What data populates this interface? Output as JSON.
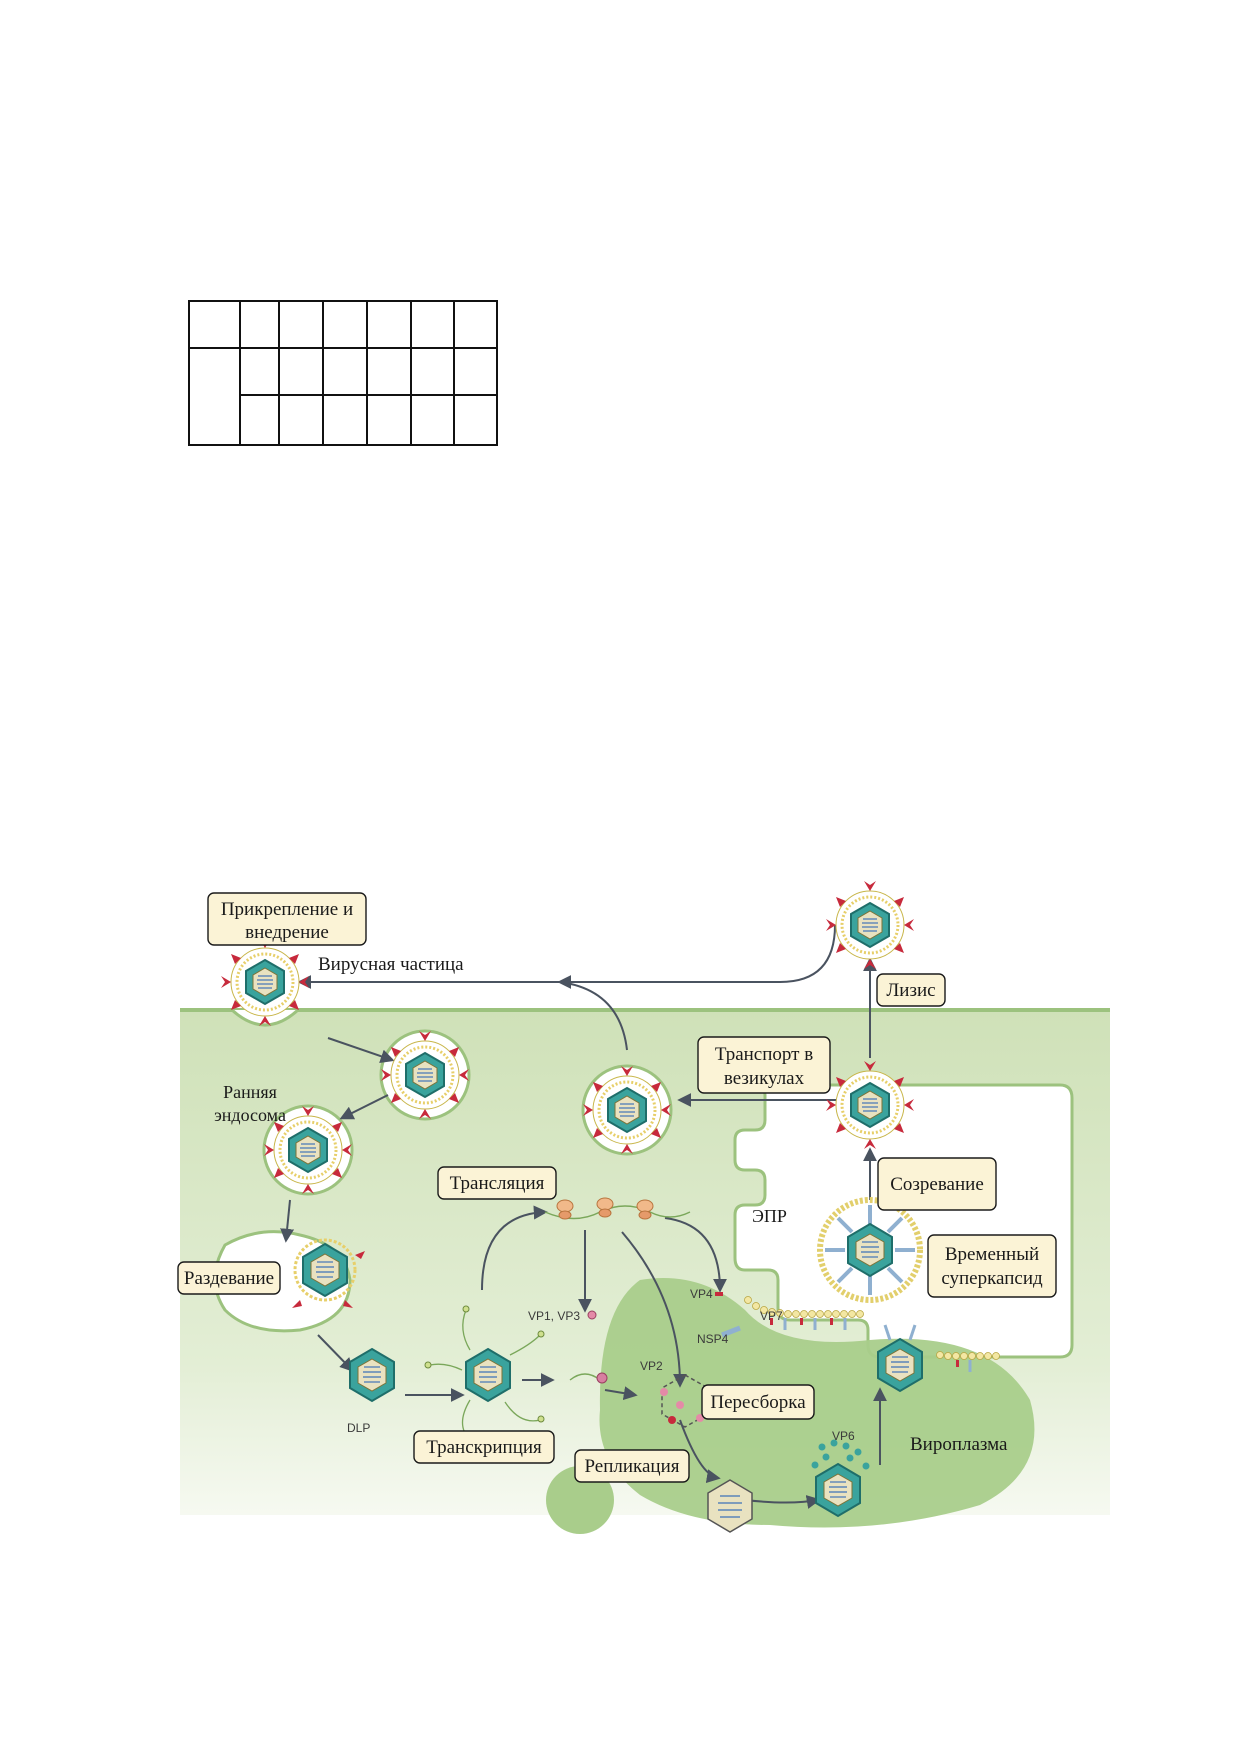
{
  "colors": {
    "cytoplasm": "#dbe8c9",
    "cell_edge": "#9cc27e",
    "viroplasm": "#a9cd8b",
    "label_box": "#fbf3d6",
    "spike": "#c72a3c",
    "capsid": "#3aa39d",
    "arrow": "#4a5360"
  },
  "labels": {
    "attach": [
      "Прикрепление и",
      "внедрение"
    ],
    "virion": "Вирусная частица",
    "early_endosome": [
      "Ранняя",
      "эндосома"
    ],
    "uncoating": "Раздевание",
    "translation": "Трансляция",
    "transcription": "Транскрипция",
    "replication": "Репликация",
    "reassembly": "Пересборка",
    "viroplasm": "Вироплазма",
    "er": "ЭПР",
    "maturation": "Созревание",
    "transient_envelope": [
      "Временный",
      "суперкапсид"
    ],
    "vesicle_transport": [
      "Транспорт в",
      "везикулах"
    ],
    "lysis": "Лизис",
    "dlp": "DLP",
    "vp1_vp3": "VP1, VP3",
    "vp2": "VP2",
    "vp4": "VP4",
    "vp6": "VP6",
    "vp7": "VP7",
    "nsp4": "NSP4"
  }
}
